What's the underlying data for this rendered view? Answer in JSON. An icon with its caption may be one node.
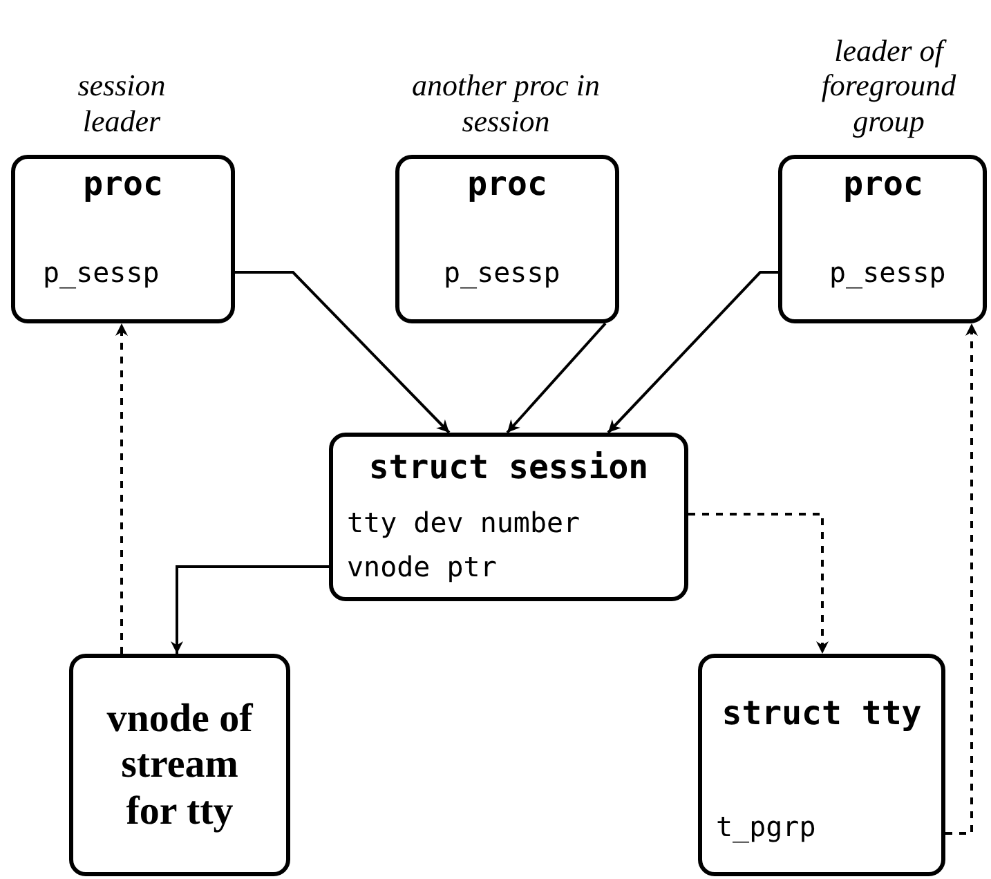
{
  "diagram": {
    "nodes": [
      {
        "text": [
          "proc",
          "p_sessp"
        ],
        "beside": [
          "session leader"
        ]
      },
      {
        "text": [
          "proc",
          "p_sessp"
        ],
        "beside": [
          "another proc in session"
        ]
      },
      {
        "text": [
          "proc",
          "p_sessp"
        ],
        "beside": [
          "leader of foreground group"
        ]
      },
      {
        "text": [
          "struct session",
          "tty dev number",
          "vnode ptr"
        ]
      },
      {
        "text": [
          "vnode of stream for tty"
        ]
      },
      {
        "text": [
          "struct tty",
          "t_pgrp"
        ]
      }
    ],
    "edges": [
      {
        "from": 0,
        "to": 3,
        "arrow": "to"
      },
      {
        "from": 1,
        "to": 3,
        "arrow": "to"
      },
      {
        "from": 2,
        "to": 3,
        "arrow": "to"
      },
      {
        "from": 3,
        "to": 4,
        "arrow": "to"
      },
      {
        "from": 3,
        "to": 5,
        "arrow": "to",
        "style": "dashed"
      },
      {
        "from": 4,
        "to": 0,
        "arrow": "to",
        "style": "dashed"
      },
      {
        "from": 5,
        "to": 2,
        "arrow": "to",
        "style": "dashed"
      }
    ]
  }
}
